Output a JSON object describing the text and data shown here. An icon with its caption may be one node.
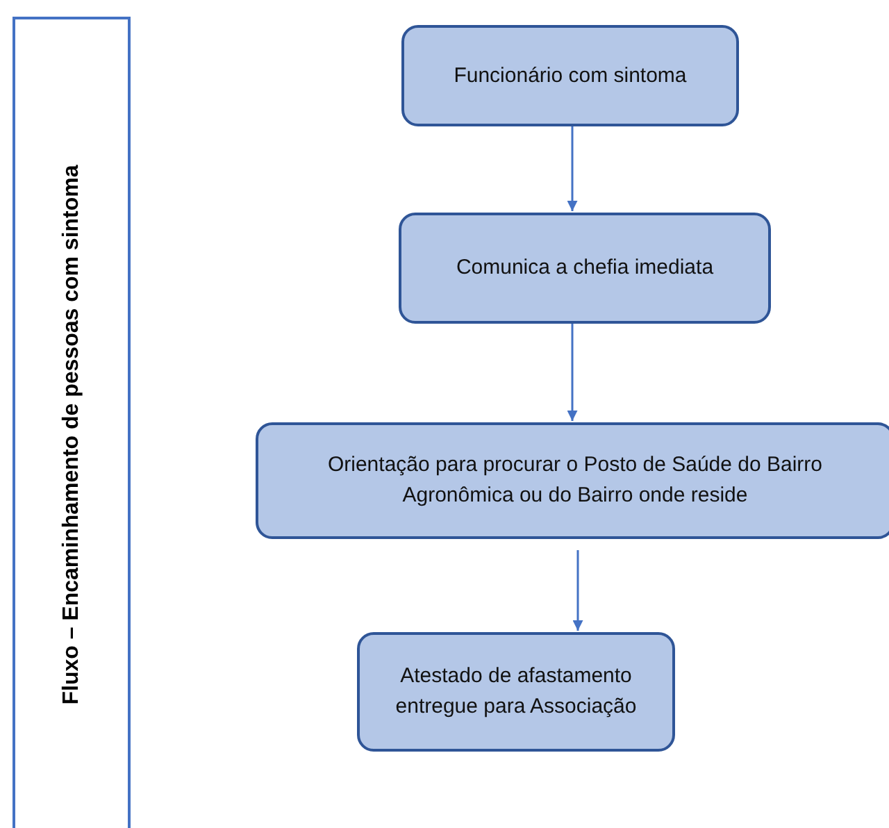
{
  "diagram": {
    "nodes": [
      {
        "text": [
          "Fluxo – Encaminhamento de pessoas com  sintoma"
        ]
      },
      {
        "text": [
          "Funcionário com sintoma"
        ]
      },
      {
        "text": [
          "Comunica a chefia imediata"
        ]
      },
      {
        "text": [
          "Orientação para procurar o Posto de Saúde do Bairro Agronômica ou do Bairro onde reside"
        ]
      },
      {
        "text": [
          "Atestado de afastamento entregue para Associação"
        ]
      }
    ],
    "edges": [
      {
        "from": 1,
        "to": 2,
        "arrow": "to"
      },
      {
        "from": 2,
        "to": 3,
        "arrow": "to"
      },
      {
        "from": 3,
        "to": 4,
        "arrow": "to"
      }
    ]
  }
}
